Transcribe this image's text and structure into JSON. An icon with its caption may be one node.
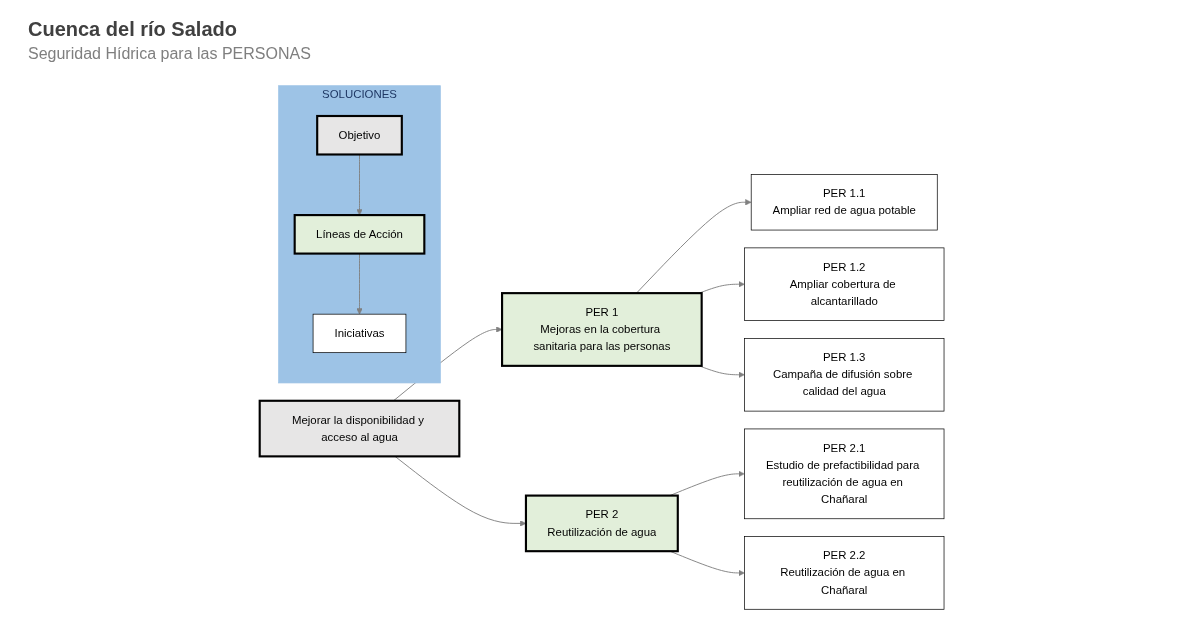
{
  "diagram": {
    "title": "Cuenca del río Salado",
    "nodes": [
      {
        "text": [
          "SOLUCIONES"
        ]
      },
      {
        "text": [
          "Objetivo"
        ],
        "in": 0
      },
      {
        "text": [
          "Líneas de Acción"
        ],
        "in": 0
      },
      {
        "text": [
          "Iniciativas"
        ],
        "in": 0
      },
      {
        "text": [
          "Mejorar la disponibilidad y acceso al agua"
        ]
      },
      {
        "text": [
          "PER 1",
          "Mejoras en la cobertura sanitaria para las personas"
        ]
      },
      {
        "text": [
          "PER 1.1",
          "Ampliar red de agua potable"
        ]
      },
      {
        "text": [
          "PER 1.2",
          "Ampliar cobertura de alcantarillado"
        ]
      },
      {
        "text": [
          "PER 1.3",
          "Campaña de difusión sobre calidad del agua"
        ]
      },
      {
        "text": [
          "PER 2",
          "Reutilización de agua"
        ]
      },
      {
        "text": [
          "PER 2.1",
          "Estudio de prefactibilidad para reutilización de agua en Chañaral"
        ]
      },
      {
        "text": [
          "PER 2.2",
          "Reutilización de agua en Chañaral"
        ]
      }
    ],
    "edges": [
      {
        "from": 1,
        "to": 2,
        "arrow": "to"
      },
      {
        "from": 2,
        "to": 3,
        "arrow": "to"
      },
      {
        "from": 4,
        "to": 5,
        "arrow": "to"
      },
      {
        "from": 4,
        "to": 9,
        "arrow": "to"
      },
      {
        "from": 5,
        "to": 6,
        "arrow": "to"
      },
      {
        "from": 5,
        "to": 7,
        "arrow": "to"
      },
      {
        "from": 5,
        "to": 8,
        "arrow": "to"
      },
      {
        "from": 9,
        "to": 10,
        "arrow": "to"
      },
      {
        "from": 9,
        "to": 11,
        "arrow": "to"
      }
    ],
    "labels": [
      "Seguridad Hídrica para las PERSONAS"
    ]
  }
}
